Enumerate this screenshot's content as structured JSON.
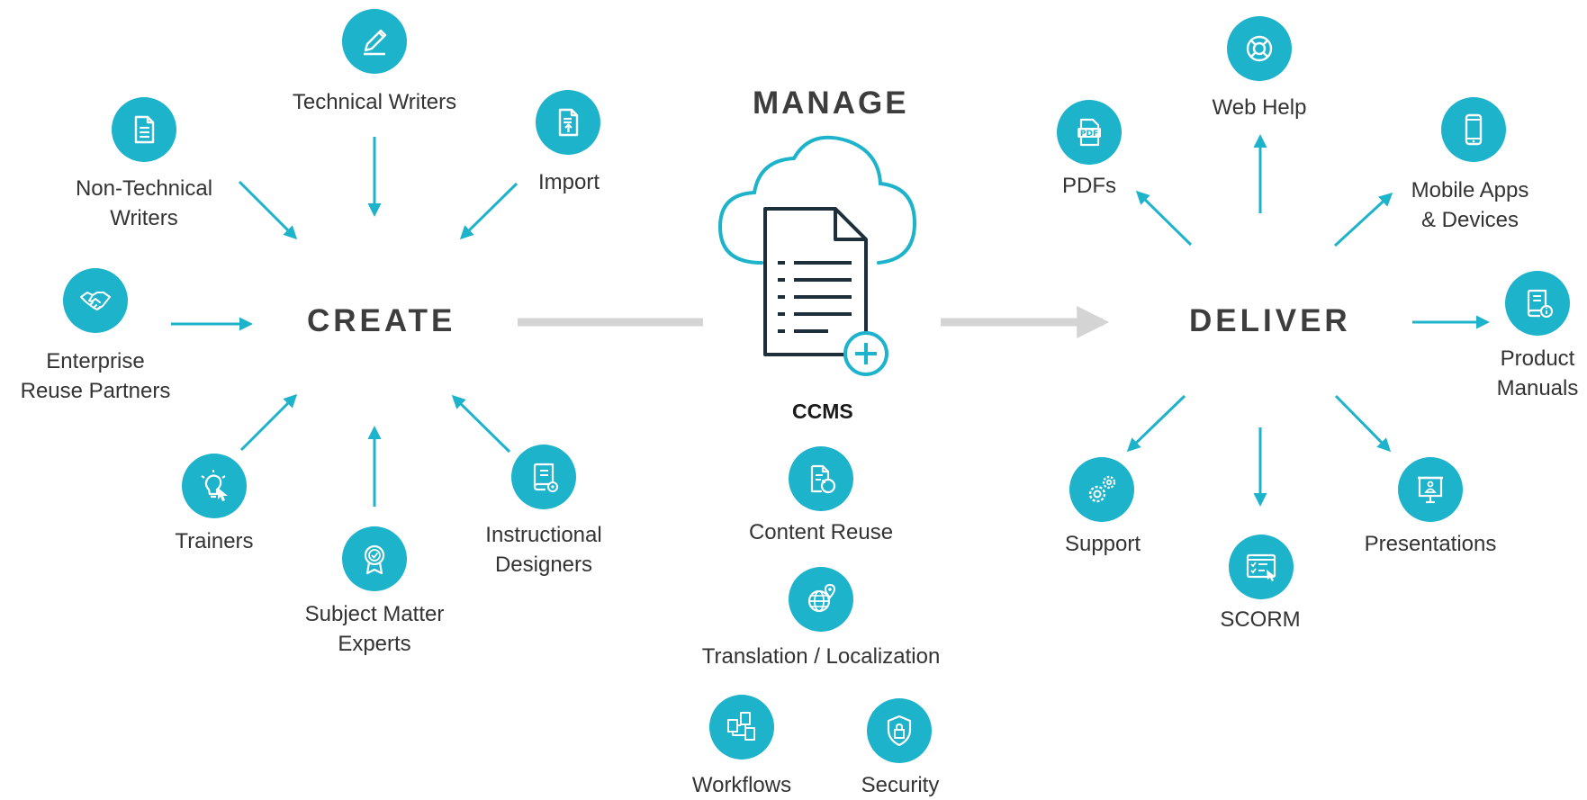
{
  "hubs": {
    "create": "CREATE",
    "manage": "MANAGE",
    "deliver": "DELIVER",
    "ccms": "CCMS"
  },
  "create_sources": {
    "technical_writers": "Technical Writers",
    "non_technical_writers": [
      "Non-Technical",
      "Writers"
    ],
    "import": "Import",
    "enterprise_reuse_partners": [
      "Enterprise",
      "Reuse Partners"
    ],
    "trainers": "Trainers",
    "subject_matter_experts": [
      "Subject Matter",
      "Experts"
    ],
    "instructional_designers": [
      "Instructional",
      "Designers"
    ]
  },
  "ccms_features": {
    "content_reuse": "Content Reuse",
    "translation_localization": "Translation / Localization",
    "workflows": "Workflows",
    "security": "Security"
  },
  "deliver_outputs": {
    "web_help": "Web Help",
    "pdfs": "PDFs",
    "mobile_apps": [
      "Mobile Apps",
      "& Devices"
    ],
    "product_manuals": [
      "Product",
      "Manuals"
    ],
    "support": "Support",
    "scorm": "SCORM",
    "presentations": "Presentations"
  },
  "icons": {
    "technical_writers": "pencil-icon",
    "non_technical_writers": "document-icon",
    "import": "file-import-icon",
    "enterprise_reuse_partners": "handshake-icon",
    "trainers": "lightbulb-cursor-icon",
    "subject_matter_experts": "award-badge-icon",
    "instructional_designers": "book-gear-icon",
    "ccms": "cloud-document-icon",
    "content_reuse": "document-refresh-icon",
    "translation_localization": "globe-pin-icon",
    "workflows": "workflow-documents-icon",
    "security": "shield-lock-icon",
    "web_help": "lifebuoy-icon",
    "pdfs": "pdf-icon",
    "mobile_apps": "smartphone-icon",
    "product_manuals": "manual-info-icon",
    "support": "gears-icon",
    "scorm": "browser-checklist-icon",
    "presentations": "presentation-board-icon"
  },
  "colors": {
    "accent": "#1db3cb",
    "hub_text": "#3d3d3d",
    "connector": "#d4d4d4"
  }
}
